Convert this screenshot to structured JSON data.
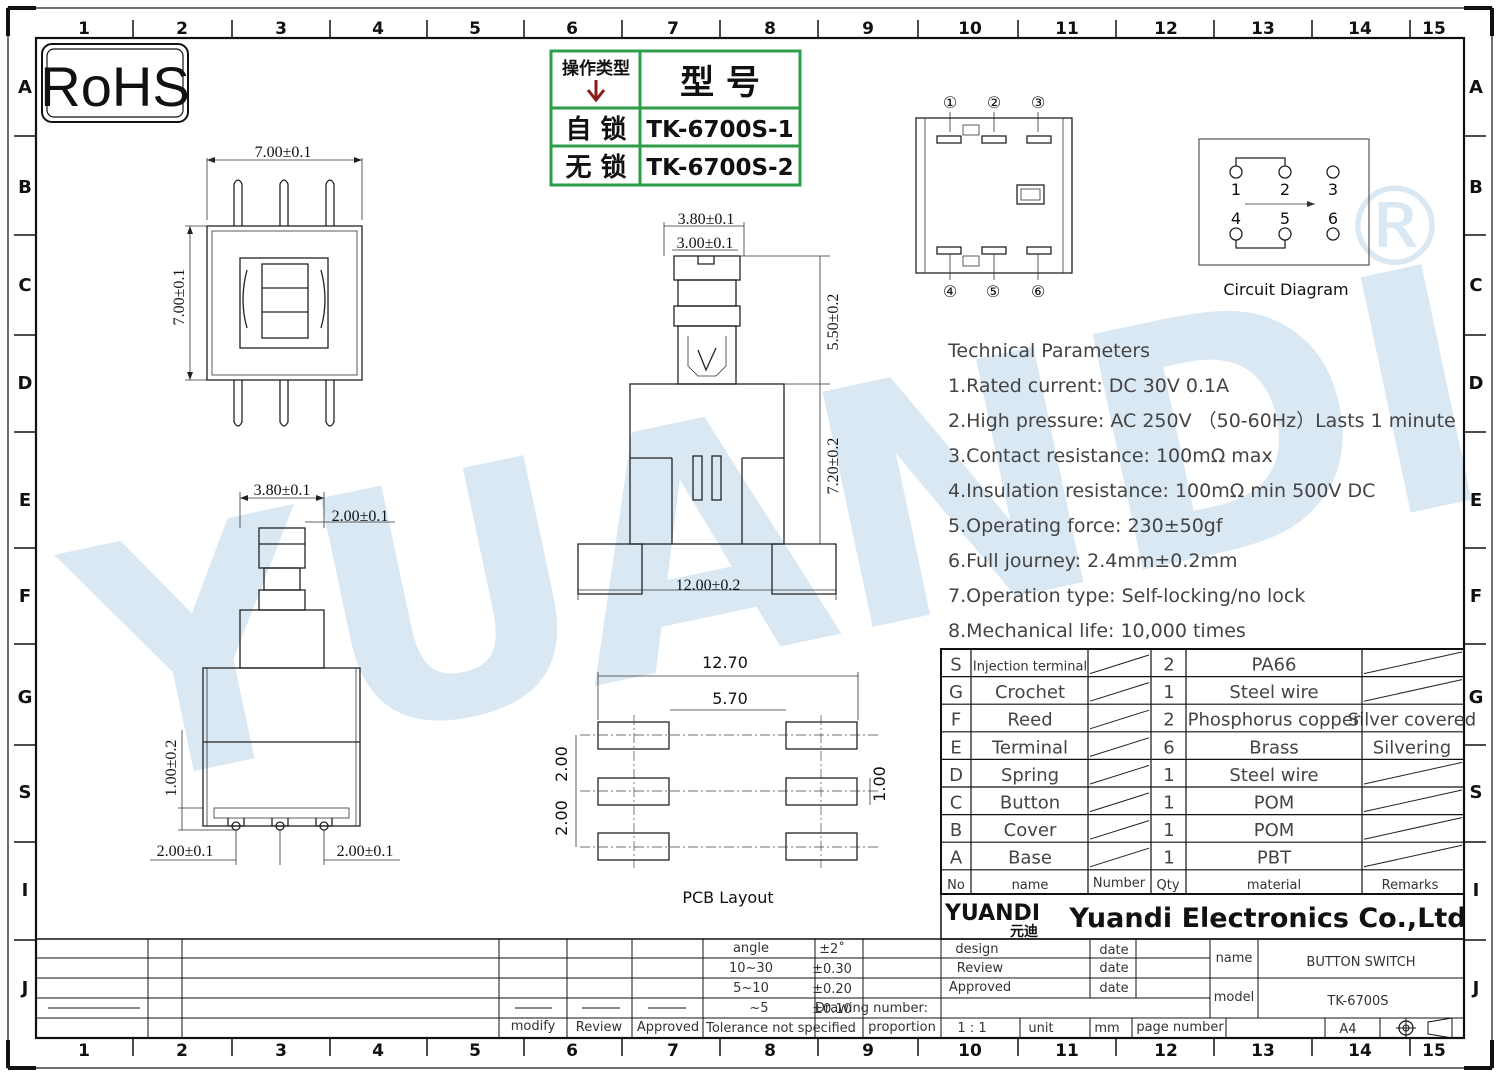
{
  "grid": {
    "cols": [
      "1",
      "2",
      "3",
      "4",
      "5",
      "6",
      "7",
      "8",
      "9",
      "10",
      "11",
      "12",
      "13",
      "14",
      "15"
    ],
    "rows": [
      "A",
      "B",
      "C",
      "D",
      "E",
      "F",
      "G",
      "S",
      "I",
      "J"
    ]
  },
  "logo": {
    "rohs": "RoHS",
    "watermark": "YUANDI",
    "registered": "®"
  },
  "model_table": {
    "header_left": "操作类型",
    "header_right": "型  号",
    "rows": [
      {
        "type": "自 锁",
        "model": "TK-6700S-1"
      },
      {
        "type": "无 锁",
        "model": "TK-6700S-2"
      }
    ]
  },
  "dims": {
    "top_width": "7.00±0.1",
    "top_height": "7.00±0.1",
    "side_outer": "3.80±0.1",
    "side_inner": "2.00±0.1",
    "side_pin": "1.00±0.2",
    "pitch_left": "2.00±0.1",
    "pitch_right": "2.00±0.1",
    "front_outer": "3.80±0.1",
    "front_inner": "3.00±0.1",
    "front_upper": "5.50±0.2",
    "front_lower": "7.20±0.2",
    "front_base": "12.00±0.2",
    "pcb_total": "12.70",
    "pcb_inner": "5.70",
    "pcb_pitch1": "2.00",
    "pcb_pitch2": "2.00",
    "pcb_pad": "1.00"
  },
  "pin_numbers_top": [
    "①",
    "②",
    "③"
  ],
  "pin_numbers_bottom": [
    "④",
    "⑤",
    "⑥"
  ],
  "circuit": {
    "labels": [
      "1",
      "2",
      "3",
      "4",
      "5",
      "6"
    ],
    "caption": "Circuit Diagram"
  },
  "pcb_caption": "PCB Layout",
  "params": {
    "title": "Technical Parameters",
    "items": [
      "1.Rated current: DC 30V 0.1A",
      "2.High pressure: AC 250V （50-60Hz）Lasts 1 minute",
      "3.Contact resistance: 100mΩ max",
      "4.Insulation resistance: 100mΩ min 500V DC",
      "5.Operating force: 230±50gf",
      "6.Full journey: 2.4mm±0.2mm",
      "7.Operation type: Self-locking/no lock",
      "8.Mechanical life: 10,000 times"
    ]
  },
  "bom": {
    "rows": [
      {
        "no": "S",
        "name": "Injection terminal",
        "qty": "2",
        "material": "PA66",
        "remarks": ""
      },
      {
        "no": "G",
        "name": "Crochet",
        "qty": "1",
        "material": "Steel wire",
        "remarks": ""
      },
      {
        "no": "F",
        "name": "Reed",
        "qty": "2",
        "material": "Phosphorus copper",
        "remarks": "Silver covered"
      },
      {
        "no": "E",
        "name": "Terminal",
        "qty": "6",
        "material": "Brass",
        "remarks": "Silvering"
      },
      {
        "no": "D",
        "name": "Spring",
        "qty": "1",
        "material": "Steel wire",
        "remarks": ""
      },
      {
        "no": "C",
        "name": "Button",
        "qty": "1",
        "material": "POM",
        "remarks": ""
      },
      {
        "no": "B",
        "name": "Cover",
        "qty": "1",
        "material": "POM",
        "remarks": ""
      },
      {
        "no": "A",
        "name": "Base",
        "qty": "1",
        "material": "PBT",
        "remarks": ""
      }
    ],
    "header": {
      "no": "No",
      "name": "name",
      "number": "Number",
      "qty": "Qty",
      "material": "material",
      "remarks": "Remarks"
    }
  },
  "company": {
    "brand": "YUANDI",
    "brand_cn": "元迪",
    "name": "Yuandi Electronics Co.,Ltd"
  },
  "title_block": {
    "design": "design",
    "review": "Review",
    "approved": "Approved",
    "date": "date",
    "name_label": "name",
    "name_value": "BUTTON SWITCH",
    "model_label": "model",
    "model_value": "TK-6700S",
    "drawing_number": "Drawing number:",
    "proportion": "proportion",
    "scale": "1 : 1",
    "unit": "unit",
    "mm": "mm",
    "page_number": "page number",
    "sheet": "A4"
  },
  "tolerance": {
    "angle": "angle",
    "angle_tol": "±2˚",
    "r1": "10~30",
    "r1_tol": "±0.30",
    "r2": "5~10",
    "r2_tol": "±0.20",
    "r3": "~5",
    "r3_tol": "±0.10",
    "label": "Tolerance not specified",
    "modify": "modify",
    "review": "Review",
    "approved": "Approved"
  }
}
